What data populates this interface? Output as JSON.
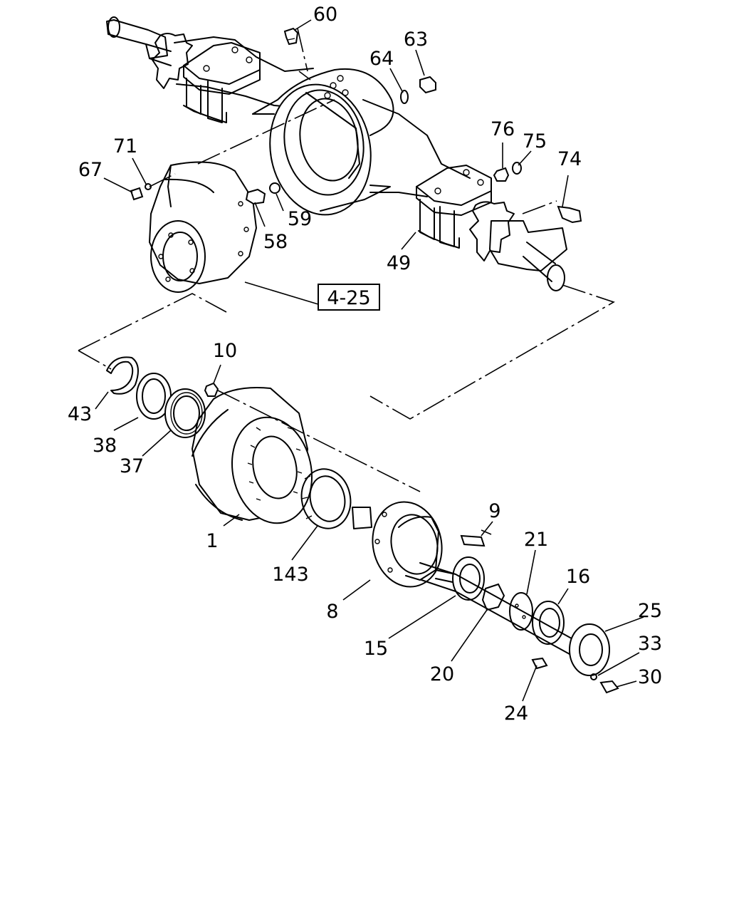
{
  "callouts": {
    "p60": "60",
    "p63": "63",
    "p64": "64",
    "p76": "76",
    "p75": "75",
    "p74": "74",
    "p71": "71",
    "p67": "67",
    "p59": "59",
    "p58": "58",
    "p49": "49",
    "p10": "10",
    "p43": "43",
    "p38": "38",
    "p37": "37",
    "p1": "1",
    "p143": "143",
    "p9": "9",
    "p8": "8",
    "p21": "21",
    "p16": "16",
    "p25": "25",
    "p33": "33",
    "p30": "30",
    "p15": "15",
    "p20": "20",
    "p24": "24"
  },
  "reference": "4-25"
}
